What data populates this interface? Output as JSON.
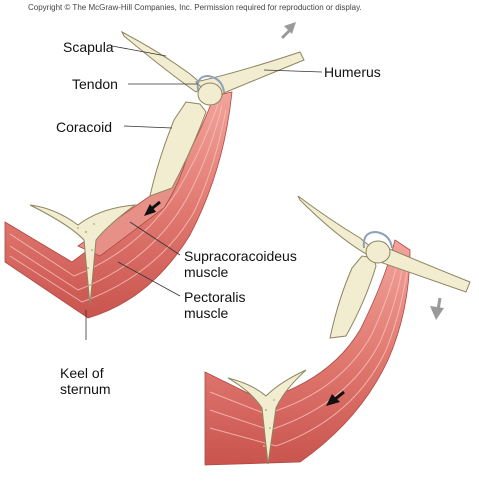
{
  "copyright": "Copyright © The McGraw-Hill Companies, Inc. Permission required for reproduction or display.",
  "labels": {
    "scapula": "Scapula",
    "tendon": "Tendon",
    "humerus": "Humerus",
    "coracoid": "Coracoid",
    "supracoracoideus_line1": "Supracoracoideus",
    "supracoracoideus_line2": "muscle",
    "pectoralis_line1": "Pectoralis",
    "pectoralis_line2": "muscle",
    "keel_line1": "Keel of",
    "keel_line2": "sternum"
  },
  "colors": {
    "muscle": "#e8837a",
    "muscle_dark": "#c9544e",
    "bone": "#f2ecd0",
    "bone_outline": "#8c8660",
    "arrow_gray": "#9a9a9a",
    "arrow_black": "#111111"
  }
}
